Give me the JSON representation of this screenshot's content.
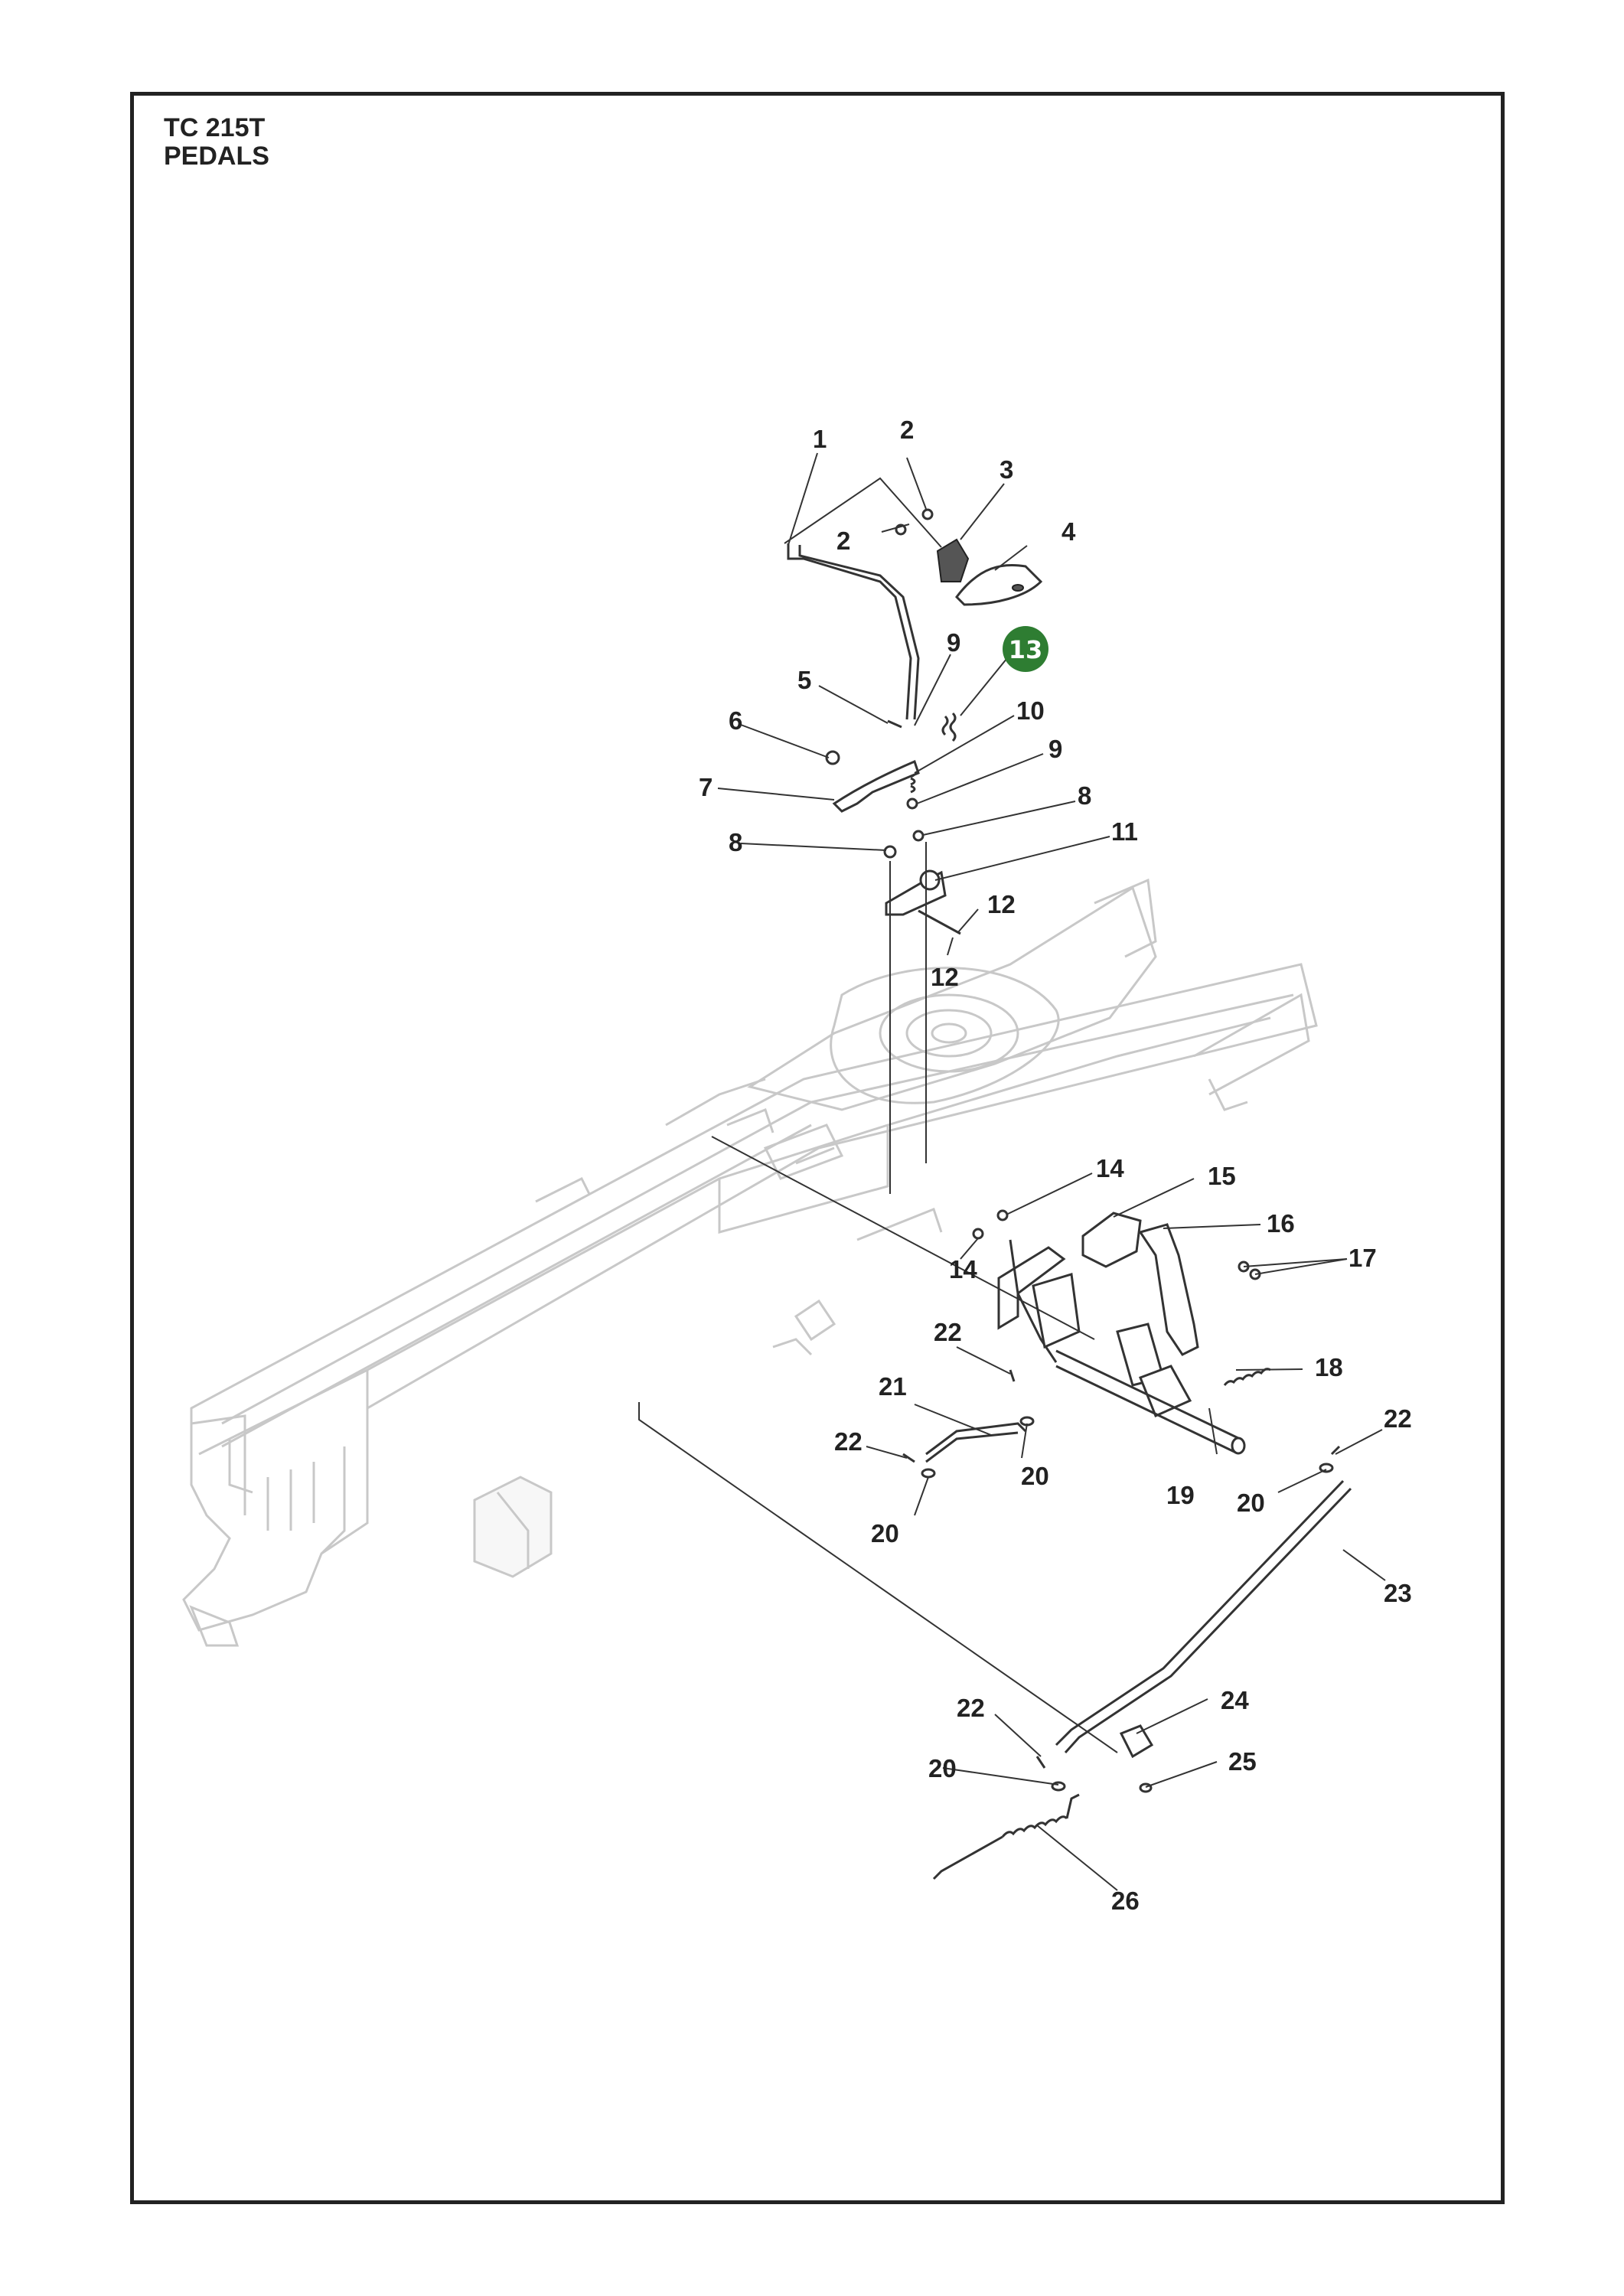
{
  "header": {
    "model": "TC 215T",
    "section": "PEDALS"
  },
  "highlight": {
    "label": "13",
    "color": "#2e7d32"
  },
  "callouts": [
    {
      "label": "1"
    },
    {
      "label": "2"
    },
    {
      "label": "2"
    },
    {
      "label": "3"
    },
    {
      "label": "4"
    },
    {
      "label": "5"
    },
    {
      "label": "6"
    },
    {
      "label": "7"
    },
    {
      "label": "8"
    },
    {
      "label": "8"
    },
    {
      "label": "9"
    },
    {
      "label": "9"
    },
    {
      "label": "10"
    },
    {
      "label": "11"
    },
    {
      "label": "12"
    },
    {
      "label": "12"
    },
    {
      "label": "14"
    },
    {
      "label": "14"
    },
    {
      "label": "15"
    },
    {
      "label": "16"
    },
    {
      "label": "17"
    },
    {
      "label": "18"
    },
    {
      "label": "19"
    },
    {
      "label": "20"
    },
    {
      "label": "20"
    },
    {
      "label": "20"
    },
    {
      "label": "20"
    },
    {
      "label": "21"
    },
    {
      "label": "22"
    },
    {
      "label": "22"
    },
    {
      "label": "22"
    },
    {
      "label": "22"
    },
    {
      "label": "23"
    },
    {
      "label": "24"
    },
    {
      "label": "25"
    },
    {
      "label": "26"
    }
  ]
}
